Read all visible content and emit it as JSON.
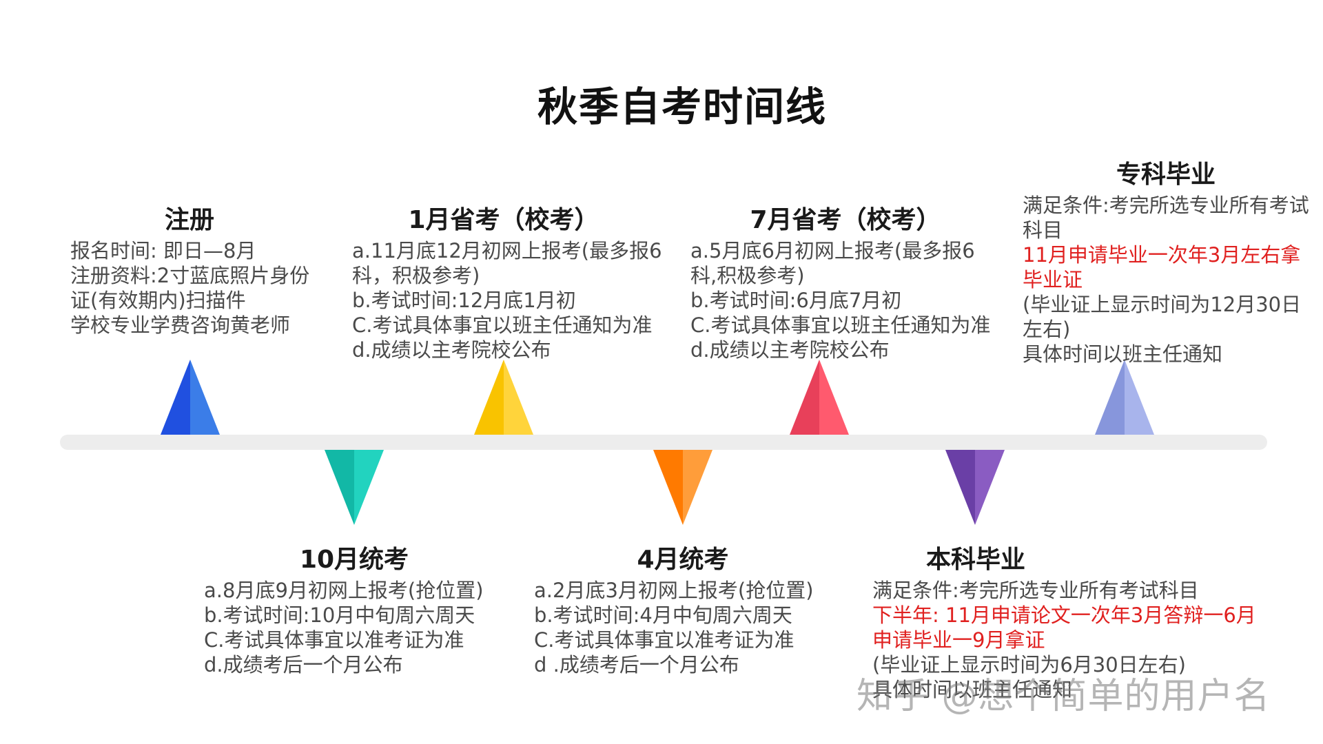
{
  "title": "秋季自考时间线",
  "colors": {
    "axis": "#ededed",
    "heading": "#1a1a1a",
    "body_text": "#4a4a4a",
    "highlight": "#e0201f"
  },
  "events": [
    {
      "id": "register",
      "heading": "注册",
      "marker_color_light": "#3b7de8",
      "marker_color_dark": "#2050e0",
      "lines": [
        {
          "text": "报名时间: 即日—8月",
          "red": false
        },
        {
          "text": "注册资料:2寸蓝底照片身份",
          "red": false
        },
        {
          "text": "证(有效期内)扫描件",
          "red": false
        },
        {
          "text": "学校专业学费咨询黄老师",
          "red": false
        }
      ]
    },
    {
      "id": "oct-exam",
      "heading": "10月统考",
      "marker_color_light": "#22d3bf",
      "marker_color_dark": "#12b8a6",
      "lines": [
        {
          "text": "a.8月底9月初网上报考(抢位置)",
          "red": false
        },
        {
          "text": "b.考试时间:10月中旬周六周天",
          "red": false
        },
        {
          "text": "C.考试具体事宜以准考证为准",
          "red": false
        },
        {
          "text": "d.成绩考后一个月公布",
          "red": false
        }
      ]
    },
    {
      "id": "jan-exam",
      "heading": "1月省考（校考）",
      "marker_color_light": "#ffd43b",
      "marker_color_dark": "#f9c300",
      "lines": [
        {
          "text": "a.11月底12月初网上报考(最多报6",
          "red": false
        },
        {
          "text": "科，积极参考)",
          "red": false
        },
        {
          "text": "b.考试时间:12月底1月初",
          "red": false
        },
        {
          "text": "C.考试具体事宜以班主任通知为准",
          "red": false
        },
        {
          "text": "d.成绩以主考院校公布",
          "red": false
        }
      ]
    },
    {
      "id": "apr-exam",
      "heading": "4月统考",
      "marker_color_light": "#ff9d3a",
      "marker_color_dark": "#ff7a00",
      "lines": [
        {
          "text": "a.2月底3月初网上报考(抢位置)",
          "red": false
        },
        {
          "text": "b.考试时间:4月中旬周六周天",
          "red": false
        },
        {
          "text": "C.考试具体事宜以准考证为准",
          "red": false
        },
        {
          "text": "d .成绩考后一个月公布",
          "red": false
        }
      ]
    },
    {
      "id": "jul-exam",
      "heading": "7月省考（校考）",
      "marker_color_light": "#ff5a6e",
      "marker_color_dark": "#e8405a",
      "lines": [
        {
          "text": "a.5月底6月初网上报考(最多报6",
          "red": false
        },
        {
          "text": "科,积极参考)",
          "red": false
        },
        {
          "text": "b.考试时间:6月底7月初",
          "red": false
        },
        {
          "text": "C.考试具体事宜以班主任通知为准",
          "red": false
        },
        {
          "text": "d.成绩以主考院校公布",
          "red": false
        }
      ]
    },
    {
      "id": "bachelor-grad",
      "heading": "本科毕业",
      "marker_color_light": "#8a5cc2",
      "marker_color_dark": "#6a3fa6",
      "lines": [
        {
          "text": "满足条件:考完所选专业所有考试科目",
          "red": false
        },
        {
          "text": "下半年: 11月申请论文一次年3月答辩一6月",
          "red": true
        },
        {
          "text": "申请毕业一9月拿证",
          "red": true
        },
        {
          "text": "(毕业证上显示时间为6月30日左右)",
          "red": false
        },
        {
          "text": "具体时间以班主任通知",
          "red": false
        }
      ]
    },
    {
      "id": "associate-grad",
      "heading": "专科毕业",
      "marker_color_light": "#a8b4ec",
      "marker_color_dark": "#8796dc",
      "lines": [
        {
          "text": "满足条件:考完所选专业所有考试",
          "red": false
        },
        {
          "text": "科目",
          "red": false
        },
        {
          "text": "11月申请毕业一次年3月左右拿",
          "red": true
        },
        {
          "text": "毕业证",
          "red": true
        },
        {
          "text": "(毕业证上显示时间为12月30日",
          "red": false
        },
        {
          "text": "左右)",
          "red": false
        },
        {
          "text": "具体时间以班主任通知",
          "red": false
        }
      ]
    }
  ],
  "watermark": "知乎 @想个简单的用户名"
}
